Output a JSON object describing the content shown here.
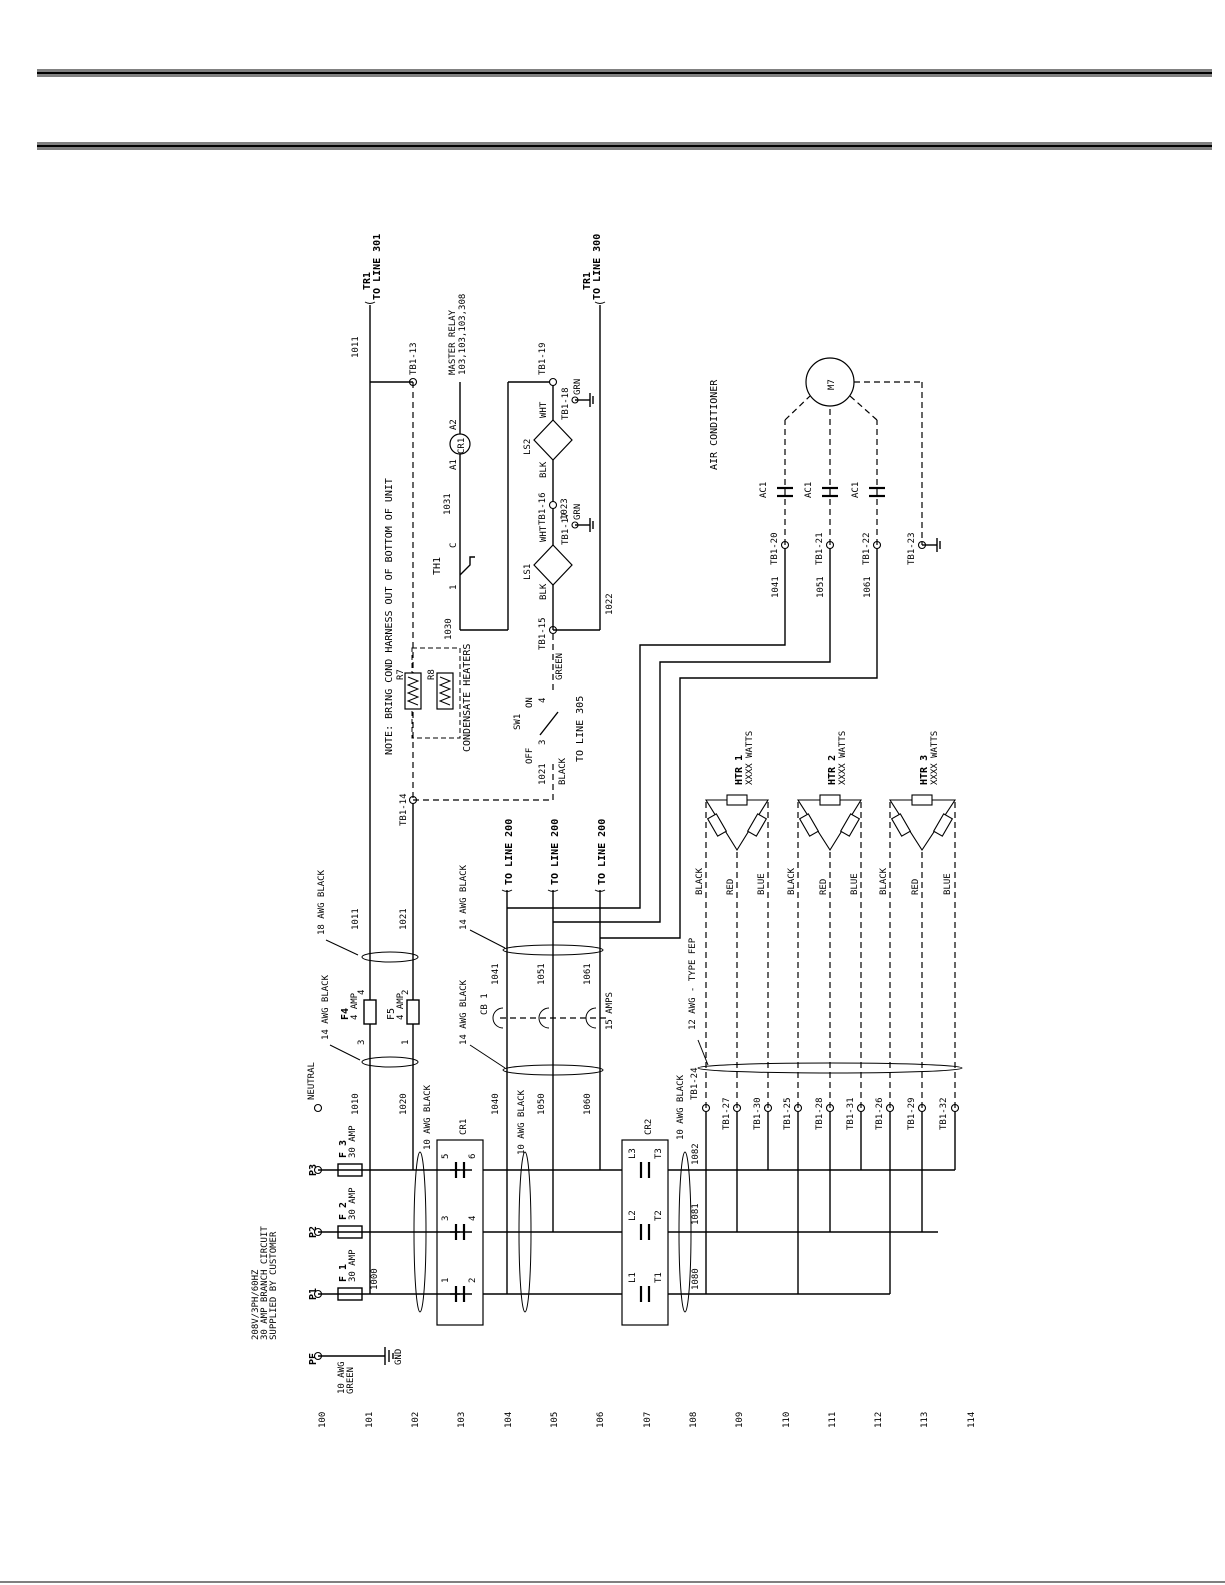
{
  "line_numbers": [
    "100",
    "101",
    "102",
    "103",
    "104",
    "105",
    "106",
    "107",
    "108",
    "109",
    "110",
    "111",
    "112",
    "113",
    "114"
  ],
  "supply": {
    "pe": "PE",
    "pe_wire": [
      "10 AWG",
      "GREEN"
    ],
    "gnd": "GND",
    "branch": [
      "208V/3PH/60HZ",
      "30 AMP BRANCH CIRCUIT",
      "SUPPLIED BY CUSTOMER"
    ],
    "p1": "P1",
    "p2": "P2",
    "p3": "P3",
    "neutral": "NEUTRAL",
    "f1": "F 1",
    "f2": "F 2",
    "f3": "F 3",
    "fuse_amp": "30 AMP"
  },
  "fuses": {
    "f4": "F4",
    "f5": "F5",
    "amp": "4 AMP",
    "t1": "1",
    "t2": "2",
    "t3": "3",
    "t4": "4"
  },
  "wires": {
    "w1000": "1000",
    "w1010": "1010",
    "w1011": "1011",
    "w1020": "1020",
    "w1021": "1021",
    "w1022": "1022",
    "w1023": "1023",
    "w1030": "1030",
    "w1031": "1031",
    "w1040": "1040",
    "w1041": "1041",
    "w1050": "1050",
    "w1051": "1051",
    "w1060": "1060",
    "w1061": "1061",
    "w1080": "1080",
    "w1081": "1081",
    "w1082": "1082"
  },
  "gauges": {
    "g18": "18 AWG BLACK",
    "g14": "14 AWG BLACK",
    "g10": "10 AWG BLACK",
    "g12": "12 AWG - TYPE FEP"
  },
  "contactors": {
    "cr1": "CR1",
    "cr2": "CR2",
    "cb1": "CB 1",
    "cb1_rating": "15 AMPS",
    "n1": "1",
    "n2": "2",
    "n3": "3",
    "n4": "4",
    "n5": "5",
    "n6": "6",
    "l1": "L1",
    "l2": "L2",
    "l3": "L3",
    "t1": "T1",
    "t2": "T2",
    "t3": "T3"
  },
  "to_line": {
    "l200": "TO LINE  200",
    "l301": "TO LINE  301",
    "l300": "TO LINE  300",
    "l305": "TO LINE  305",
    "tr1": "TR1"
  },
  "terminals": {
    "tb13": "TB1-13",
    "tb14": "TB1-14",
    "tb15": "TB1-15",
    "tb16": "TB1-16",
    "tb17": "TB1-17",
    "tb18": "TB1-18",
    "tb19": "TB1-19",
    "tb20": "TB1-20",
    "tb21": "TB1-21",
    "tb22": "TB1-22",
    "tb23": "TB1-23",
    "tb24": "TB1-24",
    "tb25": "TB1-25",
    "tb26": "TB1-26",
    "tb27": "TB1-27",
    "tb28": "TB1-28",
    "tb29": "TB1-29",
    "tb30": "TB1-30",
    "tb31": "TB1-31",
    "tb32": "TB1-32"
  },
  "controls": {
    "note": "NOTE: BRING COND HARNESS OUT OF BOTTOM OF UNIT",
    "heaters": "CONDENSATE HEATERS",
    "r7": "R7",
    "r8": "R8",
    "th1": "TH1",
    "th1_c": "C",
    "th1_1": "1",
    "cr1_coil": "CR1",
    "a1": "A1",
    "a2": "A2",
    "master_relay": "MASTER RELAY",
    "master_relay_refs": "103,103,103,308",
    "sw1": "SW1",
    "on": "ON",
    "off": "OFF",
    "sw3": "3",
    "sw4": "4",
    "black": "BLACK",
    "green": "GREEN",
    "ls1": "LS1",
    "ls2": "LS2",
    "wht": "WHT",
    "blk": "BLK",
    "grn": "GRN"
  },
  "ac": {
    "title": "AIR CONDITIONER",
    "m7": "M7",
    "ac1": "AC1"
  },
  "heaters": {
    "htr1": "HTR 1",
    "htr2": "HTR 2",
    "htr3": "HTR 3",
    "watts": "XXXX WATTS",
    "black": "BLACK",
    "red": "RED",
    "blue": "BLUE"
  }
}
